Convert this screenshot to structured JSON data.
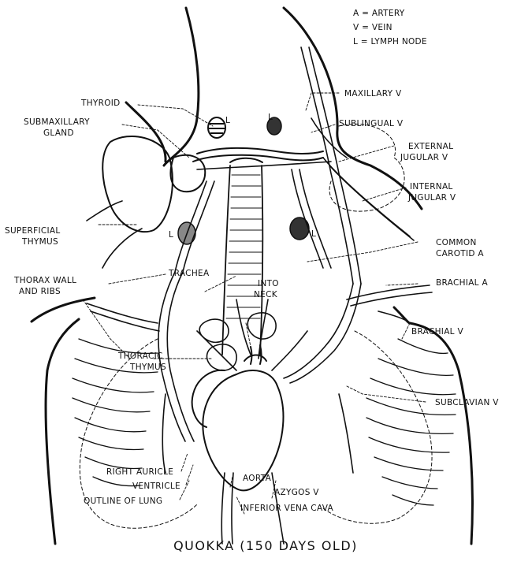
{
  "legend": [
    {
      "key": "A",
      "text": "A = ARTERY"
    },
    {
      "key": "V",
      "text": "V = VEIN"
    },
    {
      "key": "L",
      "text": "L = LYMPH NODE"
    }
  ],
  "labels": {
    "thyroid": "THYROID",
    "submaxillary_gland_1": "SUBMAXILLARY",
    "submaxillary_gland_2": "GLAND",
    "superficial_thymus_1": "SUPERFICIAL",
    "superficial_thymus_2": "THYMUS",
    "thorax_wall_1": "THORAX WALL",
    "thorax_wall_2": "AND RIBS",
    "thoracic_thymus_1": "THORACIC",
    "thoracic_thymus_2": "THYMUS",
    "trachea": "TRACHEA",
    "into_neck_1": "INTO",
    "into_neck_2": "NECK",
    "maxillary_v": "MAXILLARY V",
    "sublingual_v": "SUBLINGUAL V",
    "external_jugular_1": "EXTERNAL",
    "external_jugular_2": "JUGULAR V",
    "internal_jugular_1": "INTERNAL",
    "internal_jugular_2": "JUGULAR V",
    "common_carotid_1": "COMMON",
    "common_carotid_2": "CAROTID A",
    "brachial_a": "BRACHIAL A",
    "brachial_v": "BRACHIAL V",
    "subclavian_v": "SUBCLAVIAN V",
    "right_auricle": "RIGHT AURICLE",
    "ventricle": "VENTRICLE",
    "outline_of_lung": "OUTLINE OF LUNG",
    "aorta": "AORTA",
    "azygos_v": "AZYGOS V",
    "inferior_vena_cava": "INFERIOR VENA CAVA",
    "node_l": "L"
  },
  "caption": "QUOKKA (150 DAYS OLD)"
}
